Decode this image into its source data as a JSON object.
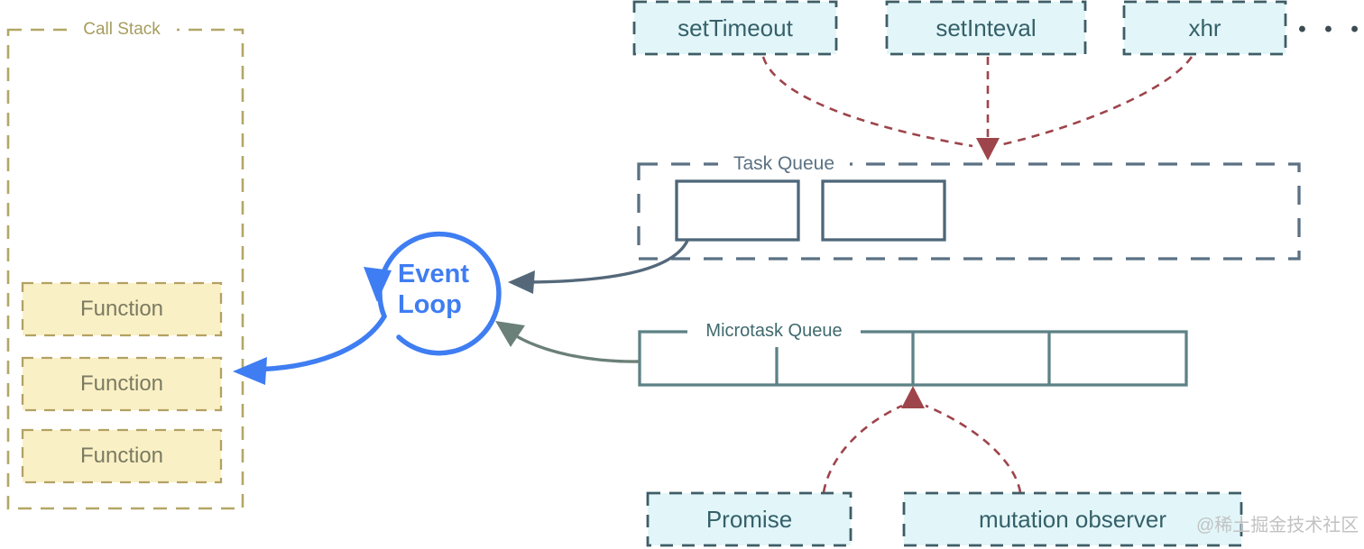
{
  "colors": {
    "event_loop_blue": "#3f7df2",
    "call_stack_olive_border": "#b2a766",
    "call_stack_olive_text": "#a69d5e",
    "function_fill": "#faf0c5",
    "function_border": "#b3a163",
    "function_text": "#7b7b62",
    "source_box_fill": "#e2f6f9",
    "source_box_border": "#3f5d66",
    "source_box_text": "#35606a",
    "task_queue_slate": "#5b7183",
    "task_queue_slot_border": "#4d6779",
    "microtask_teal": "#5d8286",
    "flow_line_red": "#9e444b",
    "watermark_gray": "#c2c2c2"
  },
  "call_stack": {
    "label": "Call Stack",
    "functions": [
      {
        "label": "Function"
      },
      {
        "label": "Function"
      },
      {
        "label": "Function"
      }
    ]
  },
  "event_loop": {
    "line1": "Event",
    "line2": "Loop"
  },
  "task_queue": {
    "label": "Task Queue",
    "empty_slots": 2
  },
  "microtask_queue": {
    "label": "Microtask Queue",
    "cells": 4
  },
  "task_sources": [
    {
      "label": "setTimeout"
    },
    {
      "label": "setInteval"
    },
    {
      "label": "xhr"
    }
  ],
  "ellipsis": "• • •",
  "microtask_sources": [
    {
      "label": "Promise"
    },
    {
      "label": "mutation observer"
    }
  ],
  "watermark": "@稀土掘金技术社区"
}
